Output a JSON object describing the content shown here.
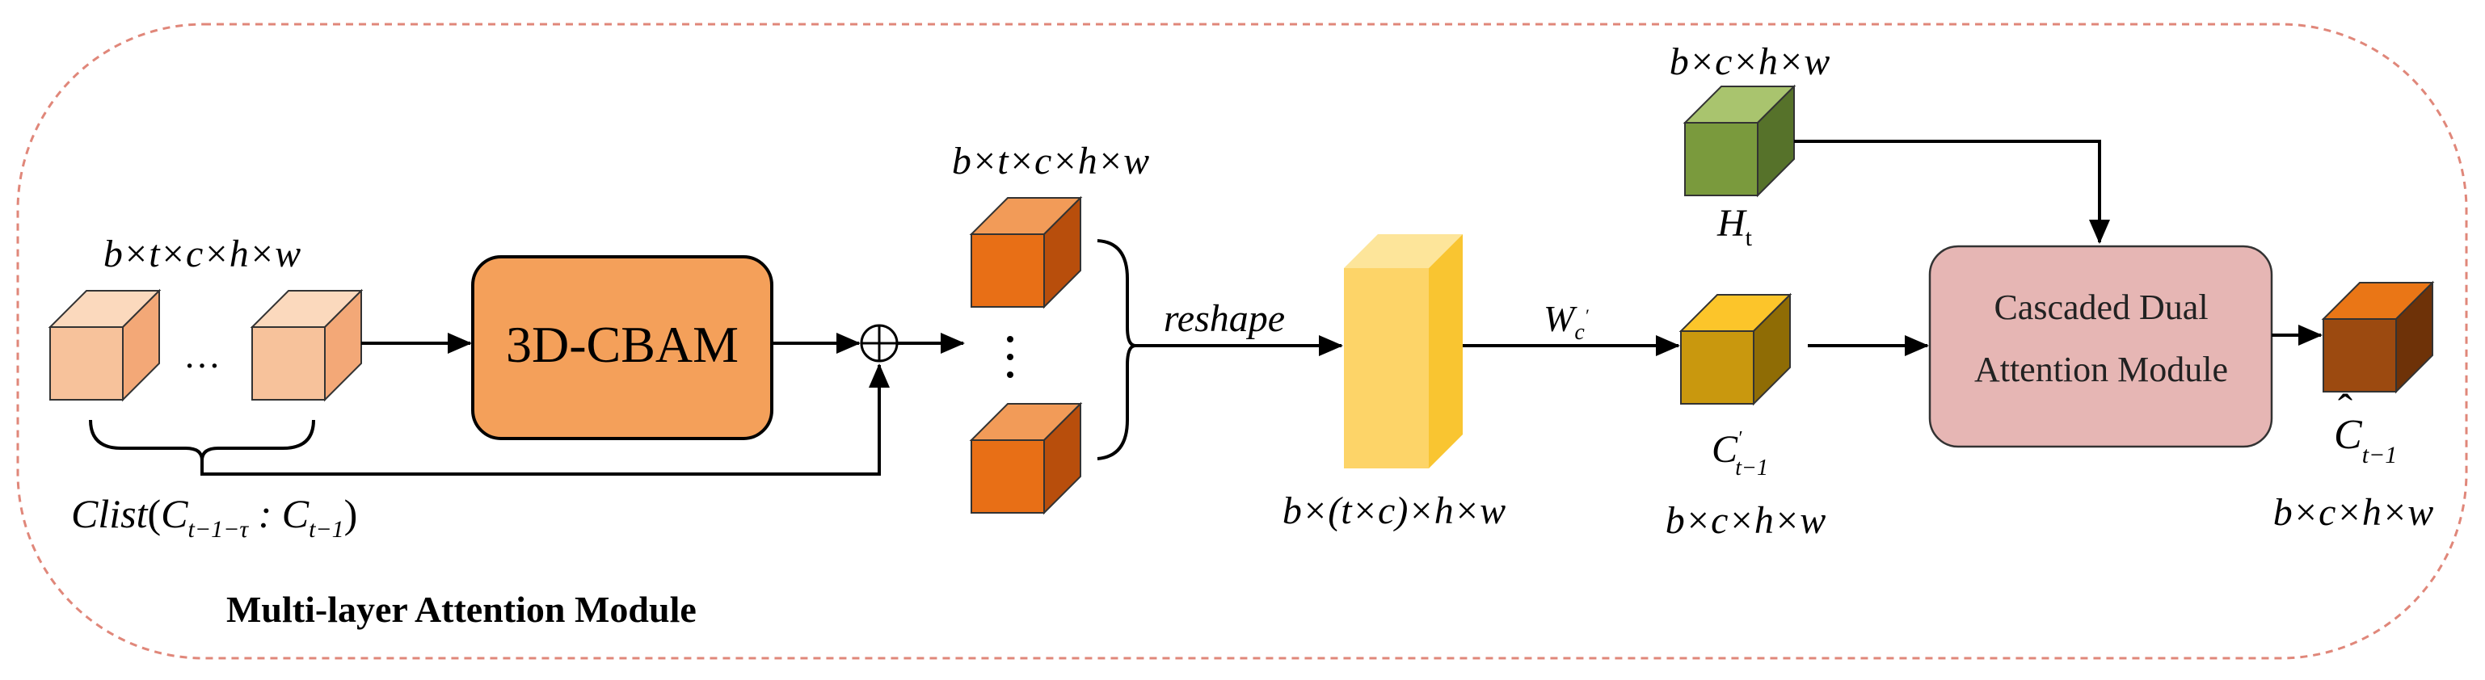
{
  "module_title": "Multi-layer Attention Module",
  "input": {
    "dims": "b×t×c×h×w",
    "ellipsis": "…",
    "clist_prefix": "Clist",
    "clist_open": "(",
    "clist_c1": "C",
    "clist_sub1": "t−1−τ",
    "clist_colon": " : ",
    "clist_c2": "C",
    "clist_sub2": "t−1",
    "clist_close": ")"
  },
  "cbam": {
    "label": "3D-CBAM"
  },
  "sum_symbol": "⊕",
  "stack": {
    "dims": "b×t×c×h×w",
    "dots": "⋮"
  },
  "reshape": {
    "label": "reshape"
  },
  "slab": {
    "dims": "b×(t×c)×h×w"
  },
  "wc": {
    "main": "W",
    "sub": "c",
    "sup": "′"
  },
  "current": {
    "label_main": "C",
    "label_sup": "′",
    "label_sub": "t−1",
    "dims": "b×c×h×w"
  },
  "hidden": {
    "dims": "b×c×h×w",
    "label_main": "H",
    "label_sub": "t"
  },
  "cdam": {
    "line1": "Cascaded Dual",
    "line2": "Attention Module"
  },
  "output": {
    "label_main": "C",
    "label_hat": "ˆ",
    "label_sub": "t−1",
    "dims": "b×c×h×w"
  },
  "colors": {
    "border_dashed": "#e0877a",
    "input_cube": "#f7c29b",
    "cbam_fill": "#f4a05a",
    "stack_cube": "#e86f16",
    "slab": "#fdd468",
    "current_cube": "#c9980e",
    "hidden_cube": "#7a9a3d",
    "cdam_fill": "#e6b6b4",
    "output_cube": "#9c4a10"
  }
}
